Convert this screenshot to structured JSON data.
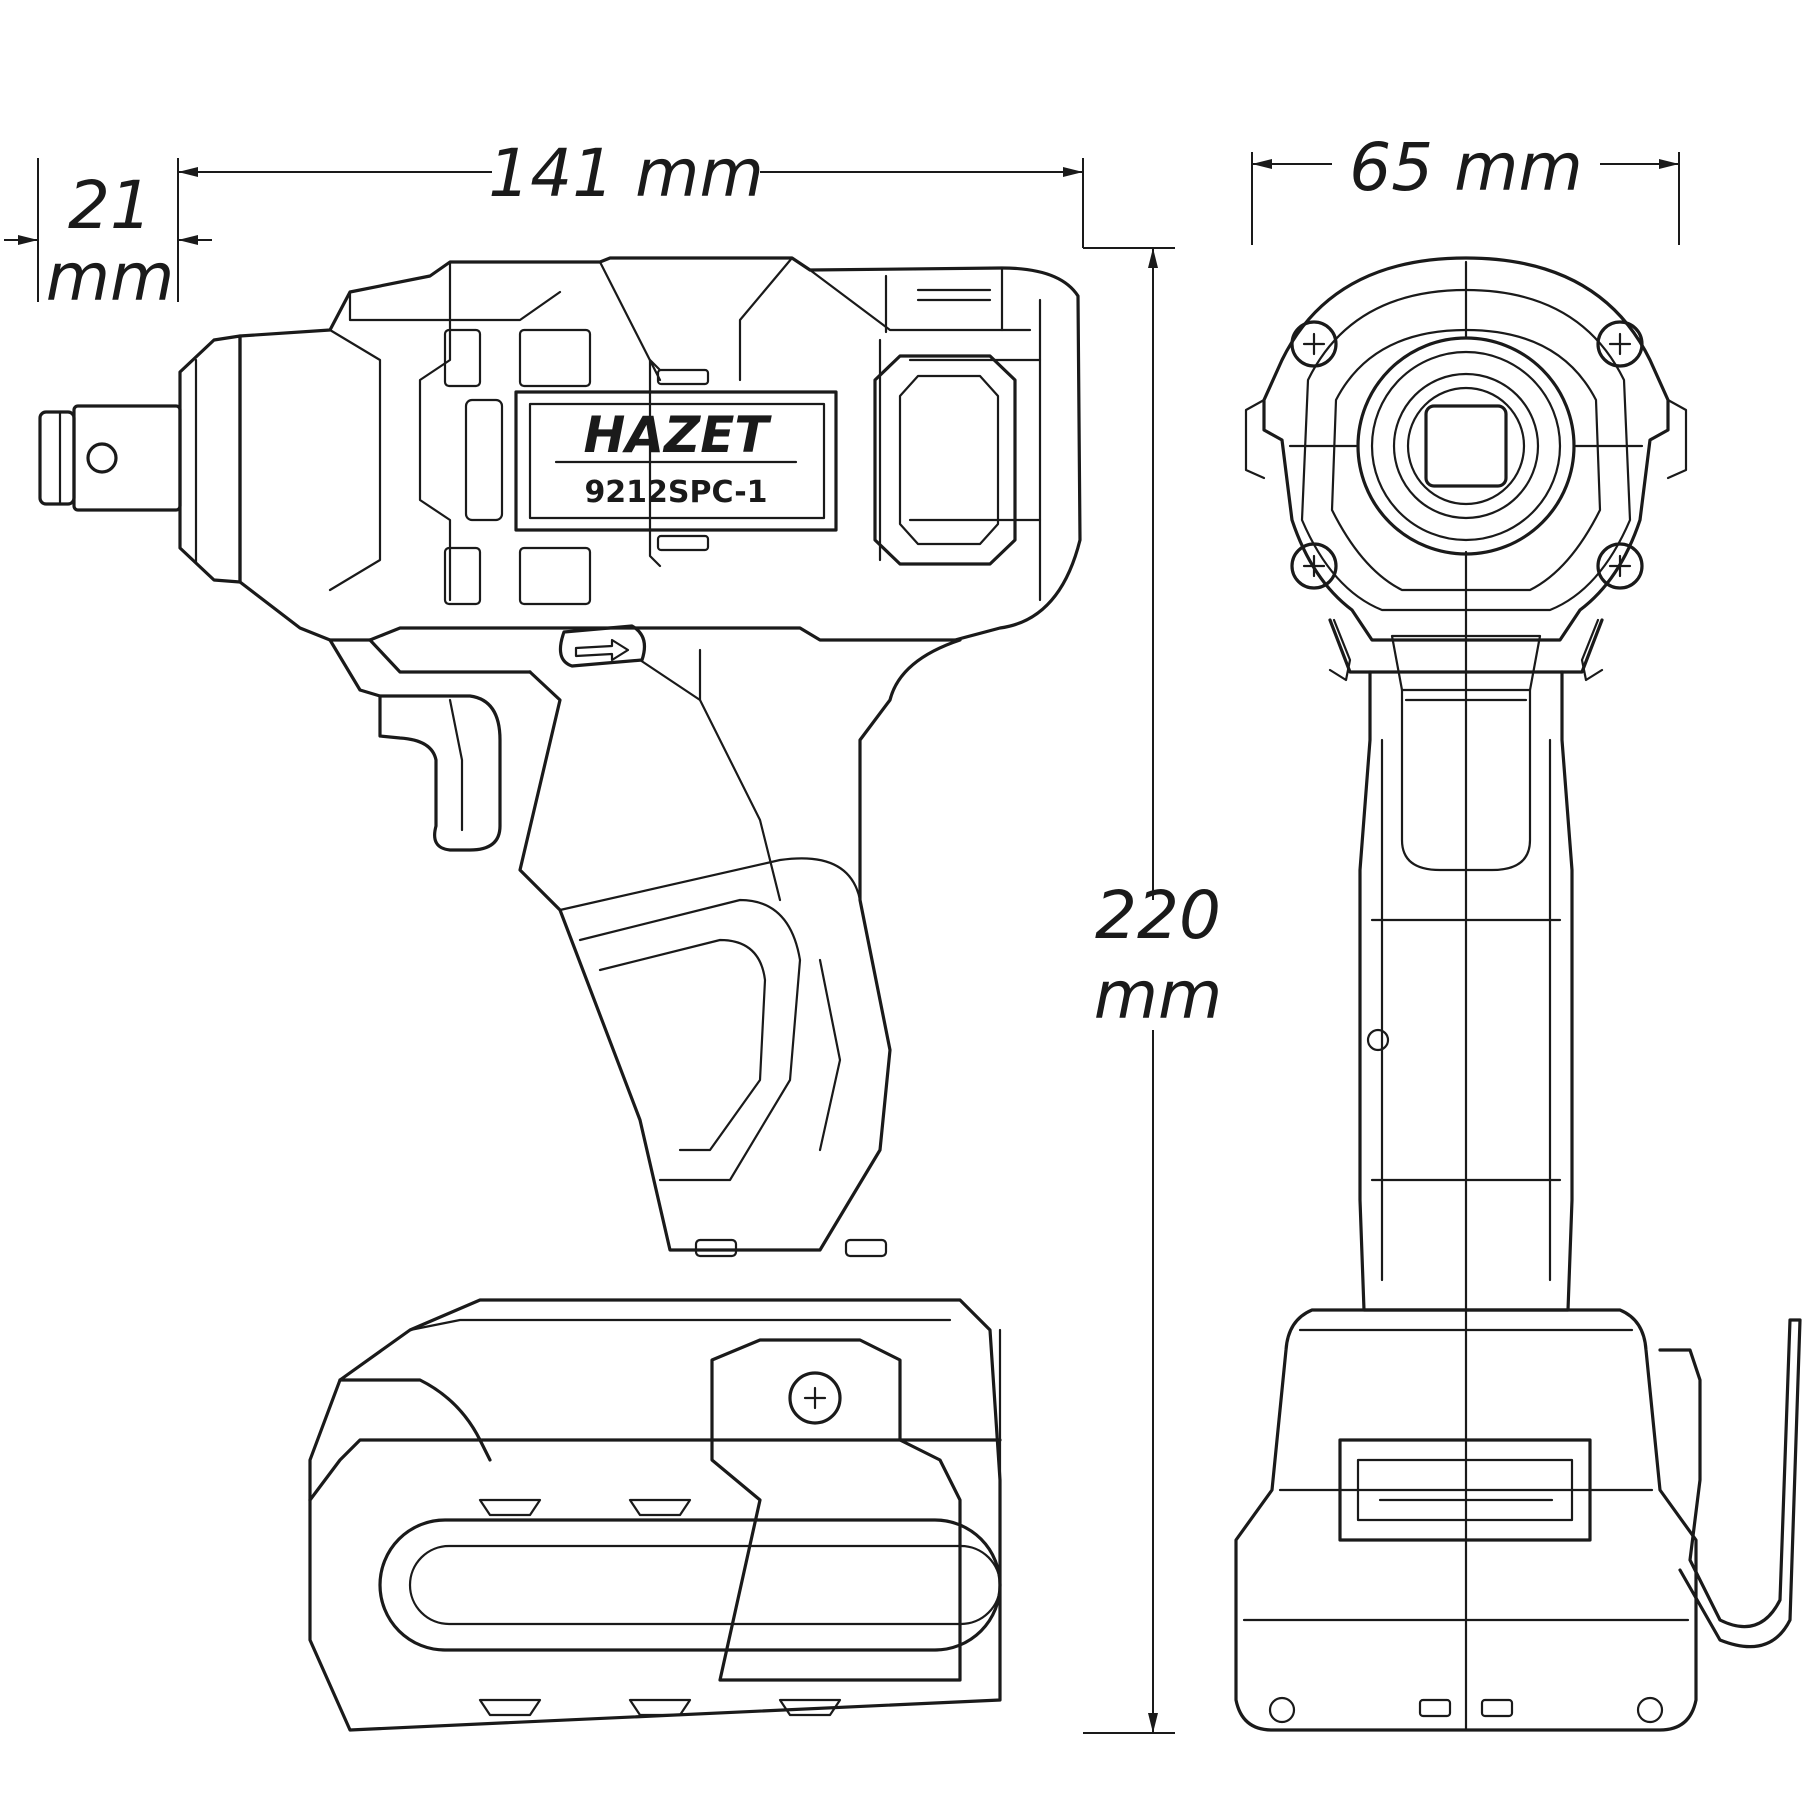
{
  "dimensions": {
    "overall_length": "141 mm",
    "nose_length_value": "21",
    "nose_length_unit": "mm",
    "width": "65 mm",
    "height_value": "220",
    "height_unit": "mm"
  },
  "product": {
    "brand": "HAZET",
    "model": "9212SPC-1"
  }
}
